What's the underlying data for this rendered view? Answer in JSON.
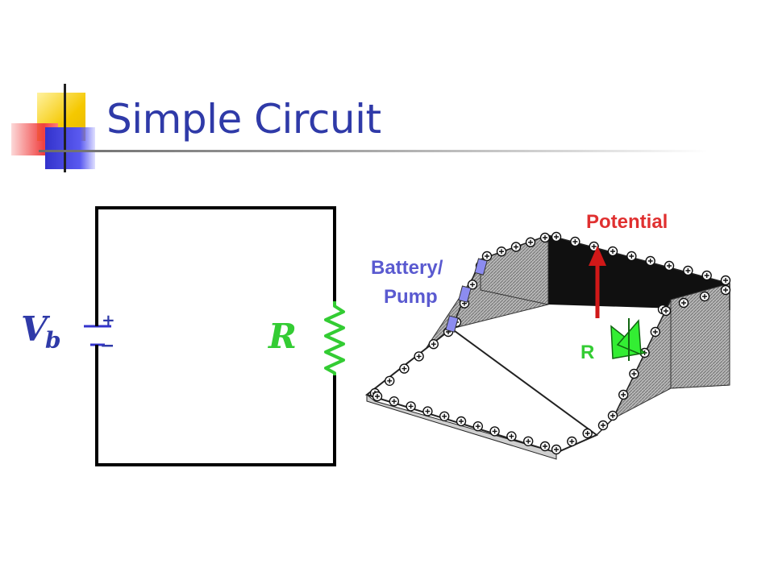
{
  "slide": {
    "title": "Simple Circuit",
    "colors": {
      "title": "#2f3aa8",
      "deco_yellow": "#f5c800",
      "deco_red": "#f04040",
      "deco_blue": "#3333cc",
      "resistor": "#33cc33",
      "potential_arrow": "#d01818",
      "battery_label": "#5a5ad0"
    }
  },
  "circuit": {
    "source_label": "V",
    "source_subscript": "b",
    "plus_sign": "+",
    "minus_sign": "−",
    "resistor_label": "R"
  },
  "analogy": {
    "battery_label_line1": "Battery/",
    "battery_label_line2": "Pump",
    "potential_label": "Potential",
    "resistor_label": "R"
  }
}
